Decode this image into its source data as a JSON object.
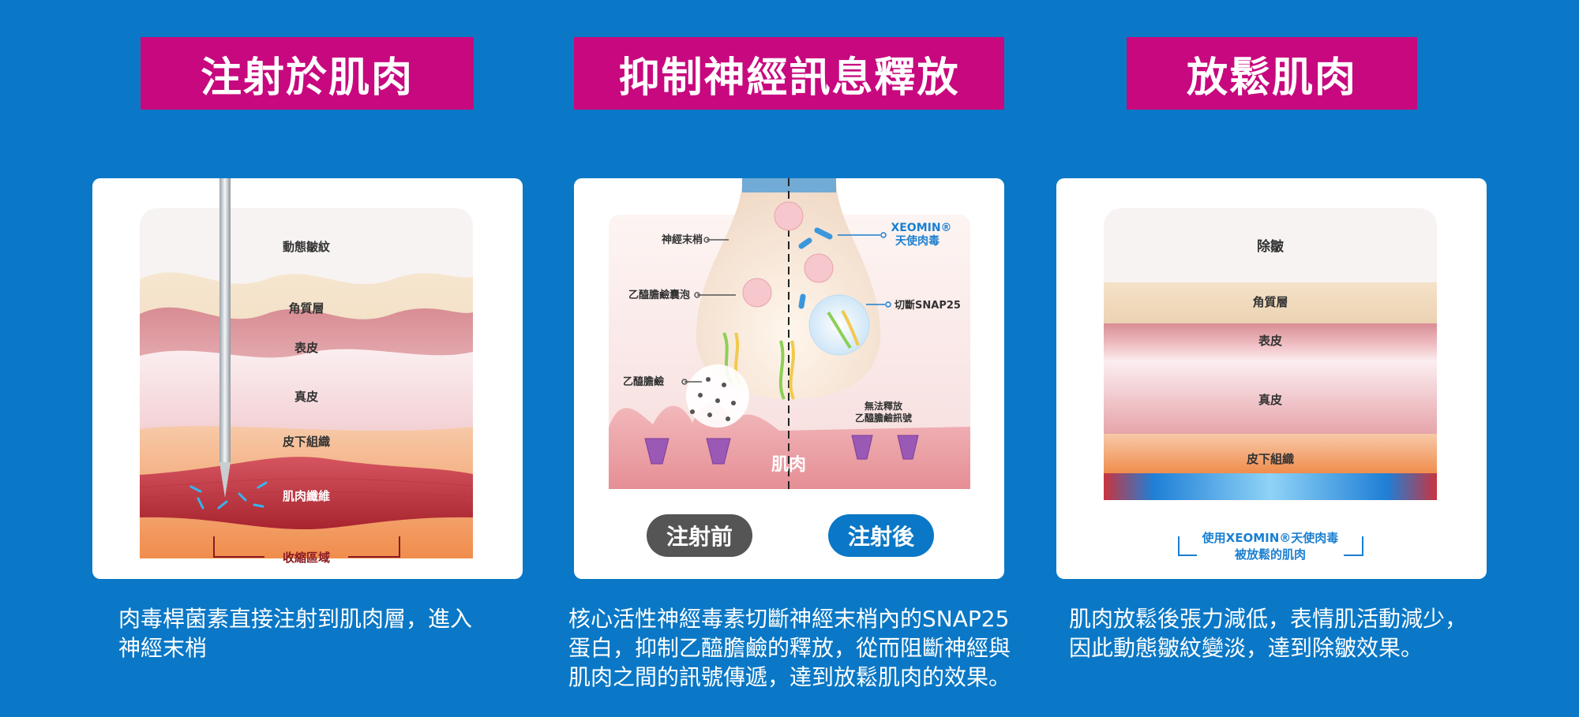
{
  "panels": [
    {
      "title": "注射於肌肉",
      "labels": {
        "wrinkle": "動態皺紋",
        "stratum": "角質層",
        "epidermis": "表皮",
        "dermis": "真皮",
        "subcutaneous": "皮下組織",
        "muscle": "肌肉纖維",
        "contraction": "收縮區域"
      },
      "desc_lines": [
        "肉毒桿菌素直接注射到肌肉層，進入",
        "神經末梢"
      ]
    },
    {
      "title": "抑制神經訊息釋放",
      "labels": {
        "nerve_ending": "神經末梢",
        "vesicle": "乙醯膽鹼囊泡",
        "ach": "乙醯膽鹼",
        "xeomin": "XEOMIN®",
        "xeomin_cn": "天使肉毒",
        "cut_snap": "切斷SNAP25",
        "no_release_1": "無法釋放",
        "no_release_2": "乙醯膽鹼訊號",
        "muscle": "肌肉"
      },
      "before": "注射前",
      "after": "注射後",
      "desc_lines": [
        "核心活性神經毒素切斷神經末梢內的SNAP25",
        "蛋白，抑制乙醯膽鹼的釋放，從而阻斷神經與",
        "肌肉之間的訊號傳遞，達到放鬆肌肉的效果。"
      ]
    },
    {
      "title": "放鬆肌肉",
      "labels": {
        "remove": "除皺",
        "stratum": "角質層",
        "epidermis": "表皮",
        "dermis": "真皮",
        "subcutaneous": "皮下組織",
        "relaxed_1": "使用XEOMIN®天使肉毒",
        "relaxed_2": "被放鬆的肌肉"
      },
      "desc_lines": [
        "肌肉放鬆後張力減低，表情肌活動減少，",
        "因此動態皺紋變淡，達到除皺效果。"
      ]
    }
  ],
  "colors": {
    "background": "#0a78c6",
    "banner": "#c8087e",
    "pill_before": "#555555",
    "pill_after": "#0a78c6"
  }
}
